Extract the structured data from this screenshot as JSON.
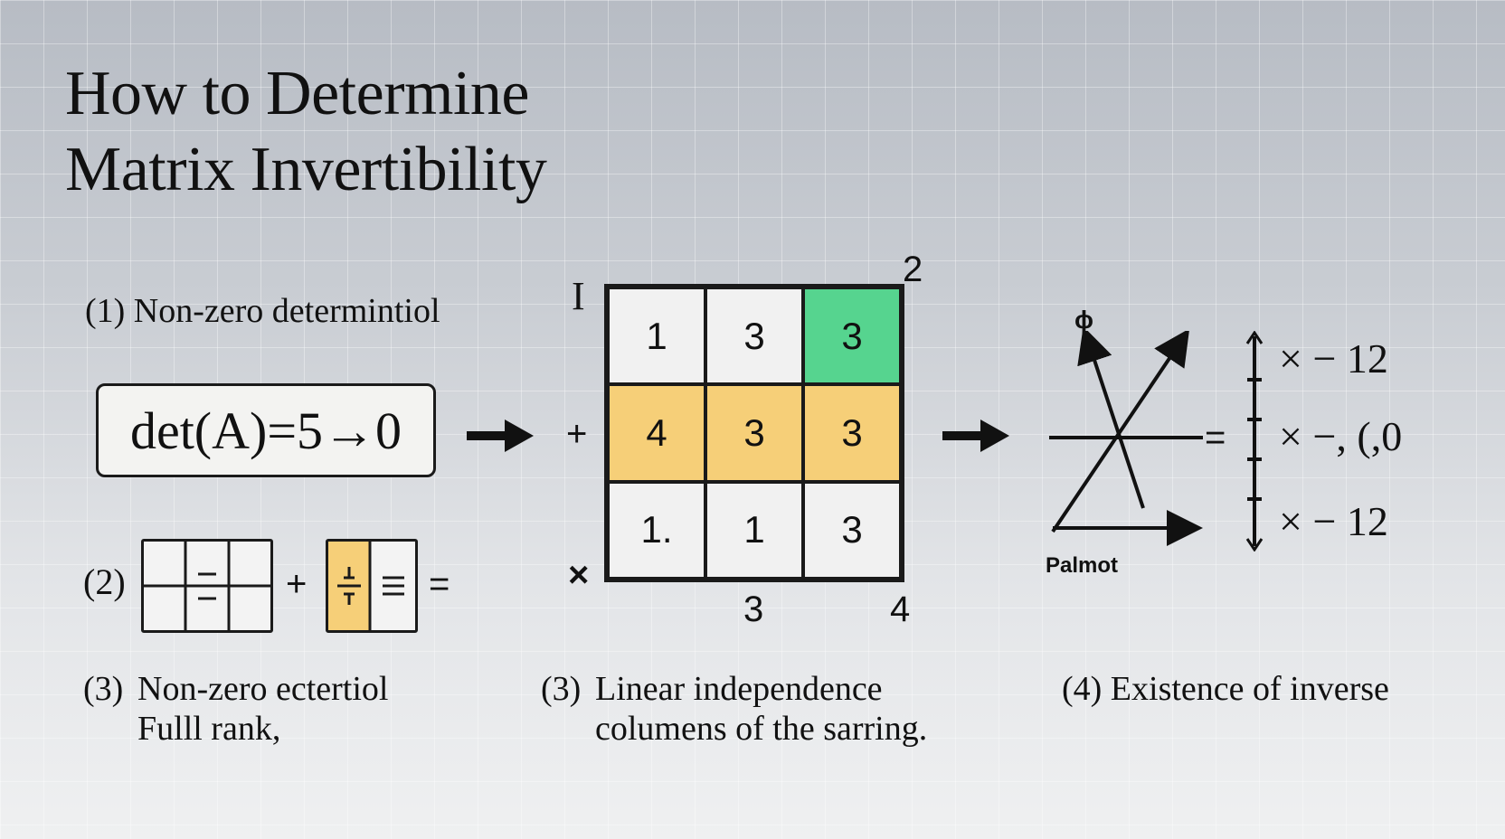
{
  "title": {
    "line1": "How to Determine",
    "line2": "Matrix Invertibility"
  },
  "step1": {
    "label": "(1) Non-zero determintiol",
    "equation": "det(A)=5→0"
  },
  "step2": {
    "label": "(2)",
    "plus": "+",
    "equals": "="
  },
  "matrix": {
    "corner_label": "I",
    "row_plus": "+",
    "row_times": "×",
    "top_right_index": "2",
    "bottom_labels": [
      "3",
      "4"
    ],
    "cells": [
      [
        "1",
        "3",
        "3"
      ],
      [
        "4",
        "3",
        "3"
      ],
      [
        "1.",
        "1",
        "3"
      ]
    ],
    "highlight_colors": {
      "green": "#56d48f",
      "yellow": "#f6cf78"
    }
  },
  "axes": {
    "top_label": "ɸ",
    "bottom_label": "Palmot",
    "equals": "="
  },
  "ruler_rows": [
    "× − 12",
    "× −, (,0",
    "× − 12"
  ],
  "captions": {
    "c3a_num": "(3)",
    "c3a_line1": "Non-zero ectertiol",
    "c3a_line2": "Fulll rank,",
    "c3b_num": "(3)",
    "c3b_line1": "Linear independence",
    "c3b_line2": "columens of the sarring.",
    "c4": "(4) Existence of inverse"
  }
}
